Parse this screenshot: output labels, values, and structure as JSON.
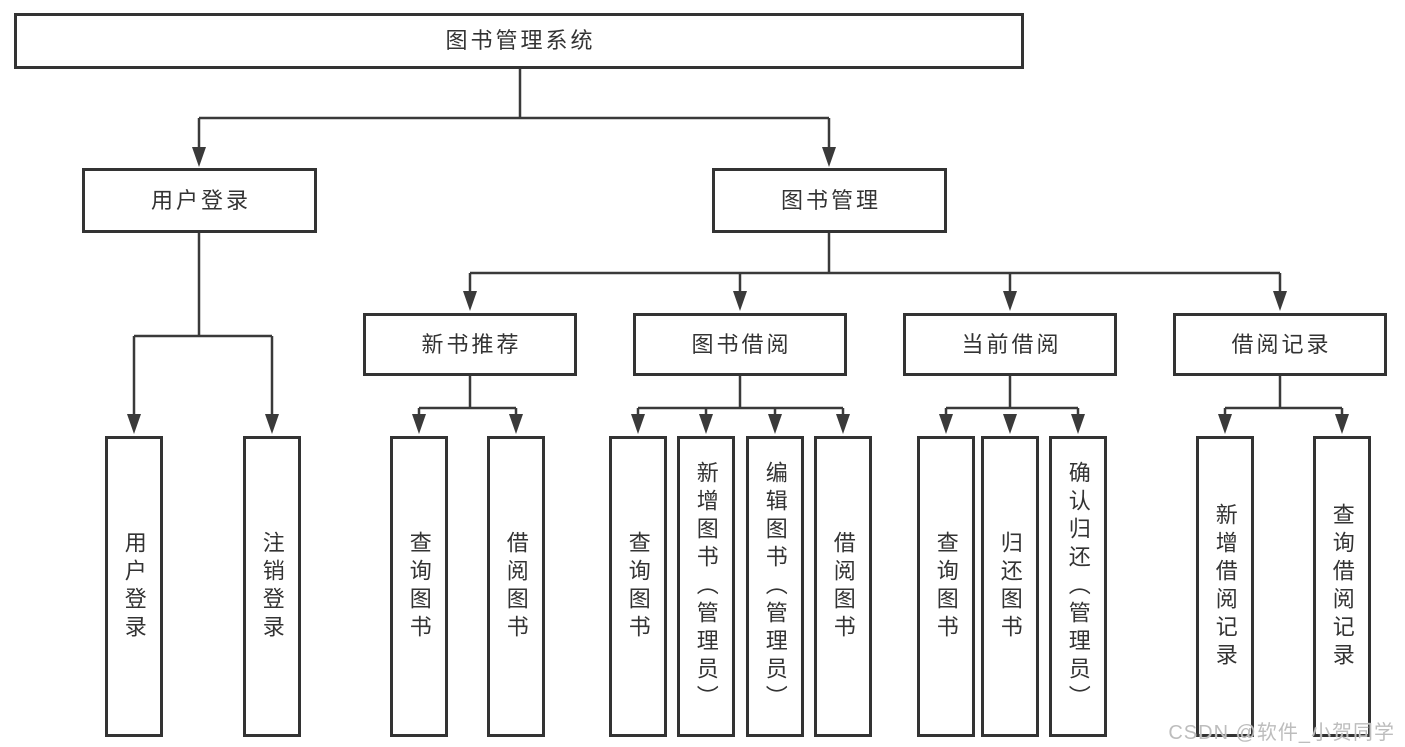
{
  "tree": {
    "root": {
      "label": "图书管理系统",
      "children": [
        {
          "label": "用户登录",
          "children": [
            {
              "label": "用户登录"
            },
            {
              "label": "注销登录"
            }
          ]
        },
        {
          "label": "图书管理",
          "children": [
            {
              "label": "新书推荐",
              "children": [
                {
                  "label": "查询图书"
                },
                {
                  "label": "借阅图书"
                }
              ]
            },
            {
              "label": "图书借阅",
              "children": [
                {
                  "label": "查询图书"
                },
                {
                  "label": "新增图书（管理员）"
                },
                {
                  "label": "编辑图书（管理员）"
                },
                {
                  "label": "借阅图书"
                }
              ]
            },
            {
              "label": "当前借阅",
              "children": [
                {
                  "label": "查询图书"
                },
                {
                  "label": "归还图书"
                },
                {
                  "label": "确认归还（管理员）"
                }
              ]
            },
            {
              "label": "借阅记录",
              "children": [
                {
                  "label": "新增借阅记录"
                },
                {
                  "label": "查询借阅记录"
                }
              ]
            }
          ]
        }
      ]
    }
  },
  "watermark": {
    "text": "CSDN @软件_小贺同学"
  },
  "colors": {
    "line": "#3a3a3a",
    "box_border": "#333333",
    "text": "#333333",
    "background": "#ffffff",
    "watermark": "#bdbdbd"
  }
}
